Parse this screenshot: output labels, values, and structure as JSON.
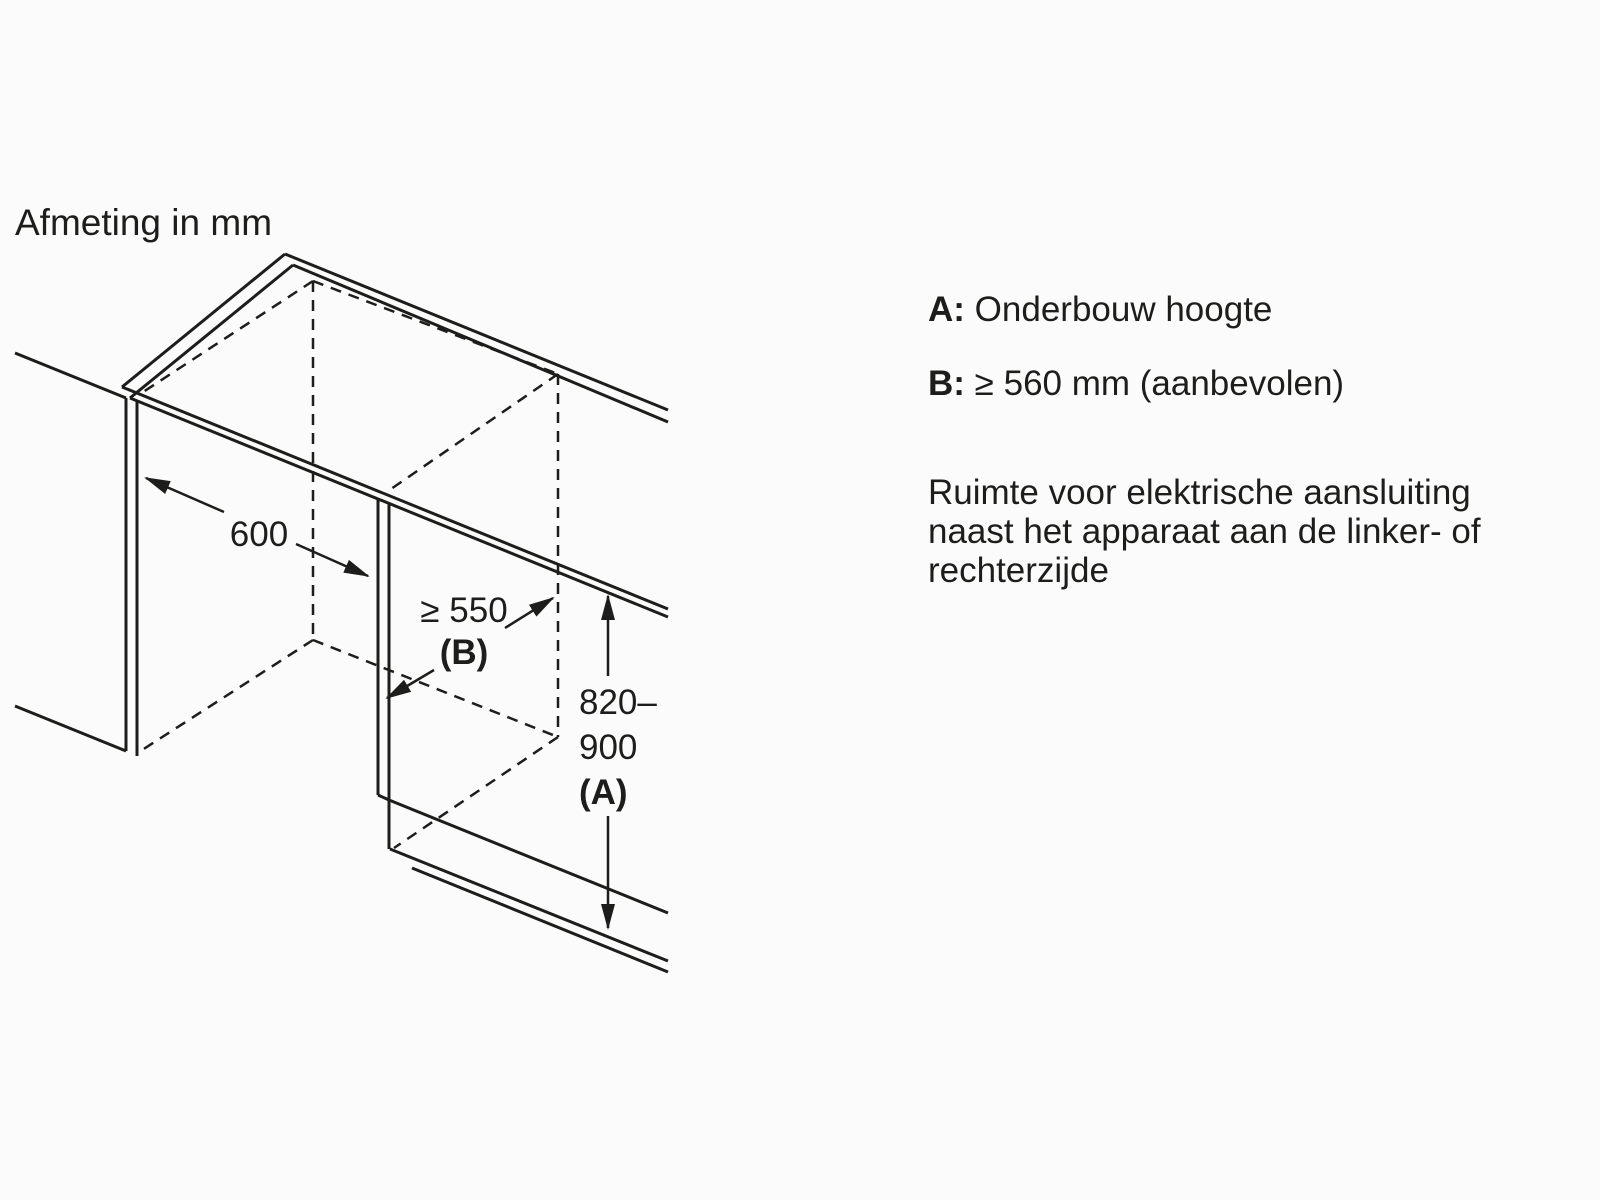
{
  "title": "Afmeting in mm",
  "diagram": {
    "line_color": "#1d1d1b",
    "background_color": "#fbfbfb",
    "dimensions": {
      "width": {
        "value": "600"
      },
      "depth": {
        "value": "≥ 550",
        "ref": "(B)"
      },
      "height": {
        "line1": "820–",
        "line2": "900",
        "ref": "(A)"
      }
    }
  },
  "legend": {
    "items": [
      {
        "key": "A:",
        "text": "Onderbouw hoogte"
      },
      {
        "key": "B:",
        "text": "≥ 560 mm (aanbevolen)"
      }
    ],
    "note_lines": [
      "Ruimte voor elektrische aansluiting",
      "naast het apparaat aan de linker- of",
      "rechterzijde"
    ]
  }
}
